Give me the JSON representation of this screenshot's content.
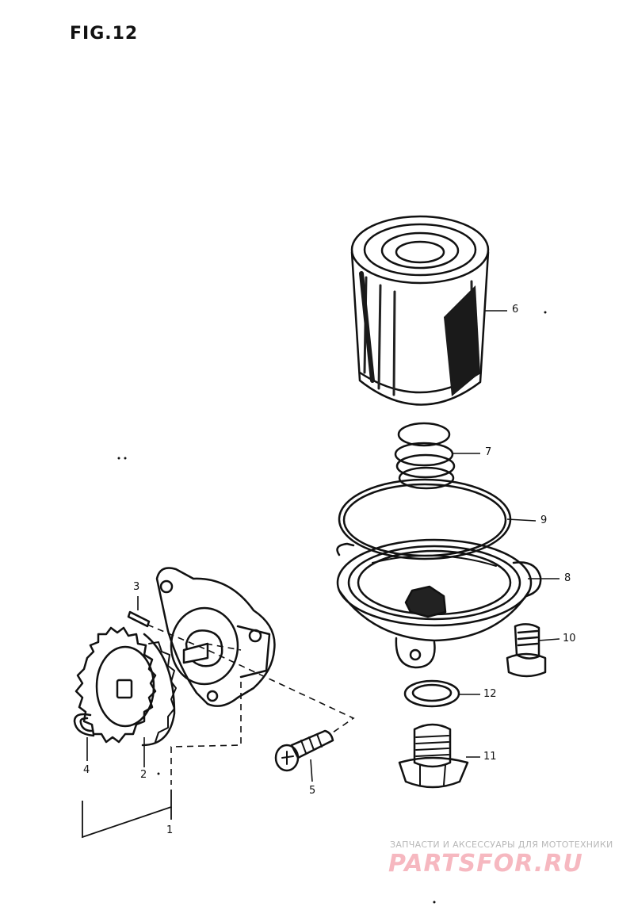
{
  "figure": {
    "title": "FIG.12"
  },
  "callouts": {
    "c1": "1",
    "c2": "2",
    "c3": "3",
    "c4": "4",
    "c5": "5",
    "c6": "6",
    "c7": "7",
    "c8": "8",
    "c9": "9",
    "c10": "10",
    "c11": "11",
    "c12": "12"
  },
  "watermark": {
    "line1": "ЗАПЧАСТИ И АКСЕССУАРЫ ДЛЯ МОТОТЕХНИКИ",
    "line2": "PARTSFOR.RU"
  }
}
